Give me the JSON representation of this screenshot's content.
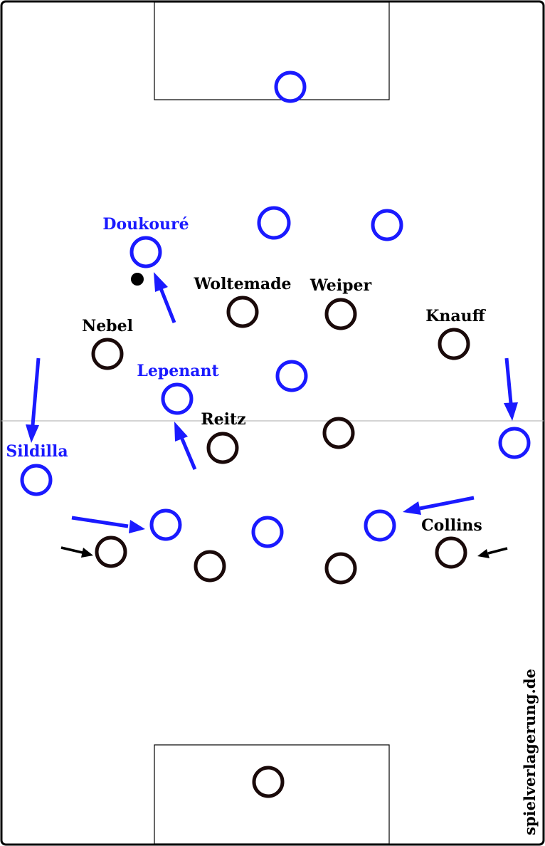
{
  "watermark": "spielverlagerung.de",
  "colors": {
    "team_blue": "#1a1aff",
    "team_dark": "#1a0a0a",
    "lines": "#000000",
    "halfway_line": "#bbbbbb",
    "ball": "#000000"
  },
  "labels": {
    "doukoure": "Doukouré",
    "lepenant": "Lepenant",
    "sildilla": "Sildilla",
    "woltemade": "Woltemade",
    "weiper": "Weiper",
    "nebel": "Nebel",
    "knauff": "Knauff",
    "reitz": "Reitz",
    "collins": "Collins"
  }
}
